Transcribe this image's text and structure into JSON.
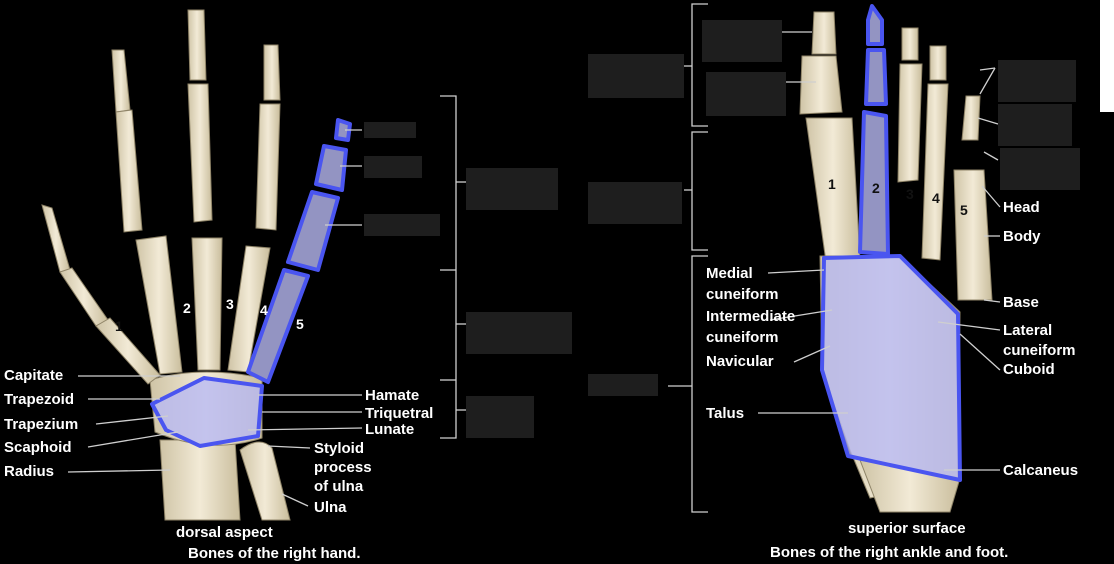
{
  "hand": {
    "carpals": [
      "Capitate",
      "Trapezoid",
      "Trapezium",
      "Scaphoid",
      "Radius"
    ],
    "right_labels": [
      "Hamate",
      "Triquetral",
      "Lunate"
    ],
    "styloid": [
      "Styloid",
      "process",
      "of ulna"
    ],
    "ulna": "Ulna",
    "digits": [
      "1",
      "2",
      "3",
      "4",
      "5"
    ],
    "caption_aspect": "dorsal aspect",
    "caption_title": "Bones of the right hand."
  },
  "foot": {
    "left_labels": {
      "medial_1": "Medial",
      "medial_2": "cuneiform",
      "intermediate_1": "Intermediate",
      "intermediate_2": "cuneiform",
      "navicular": "Navicular",
      "talus": "Talus"
    },
    "right_labels": {
      "head": "Head",
      "body": "Body",
      "base": "Base",
      "lateral_1": "Lateral",
      "lateral_2": "cuneiform",
      "cuboid": "Cuboid",
      "calcaneus": "Calcaneus"
    },
    "digits": [
      "1",
      "2",
      "3",
      "4",
      "5"
    ],
    "caption_aspect": "superior surface",
    "caption_title": "Bones of the right ankle and foot."
  },
  "colors": {
    "highlight_stroke": "#4a55f0",
    "highlight_fill": "#b8b9f2",
    "bone": "#e8dfc6",
    "blank_box": "#1e1e1e"
  }
}
